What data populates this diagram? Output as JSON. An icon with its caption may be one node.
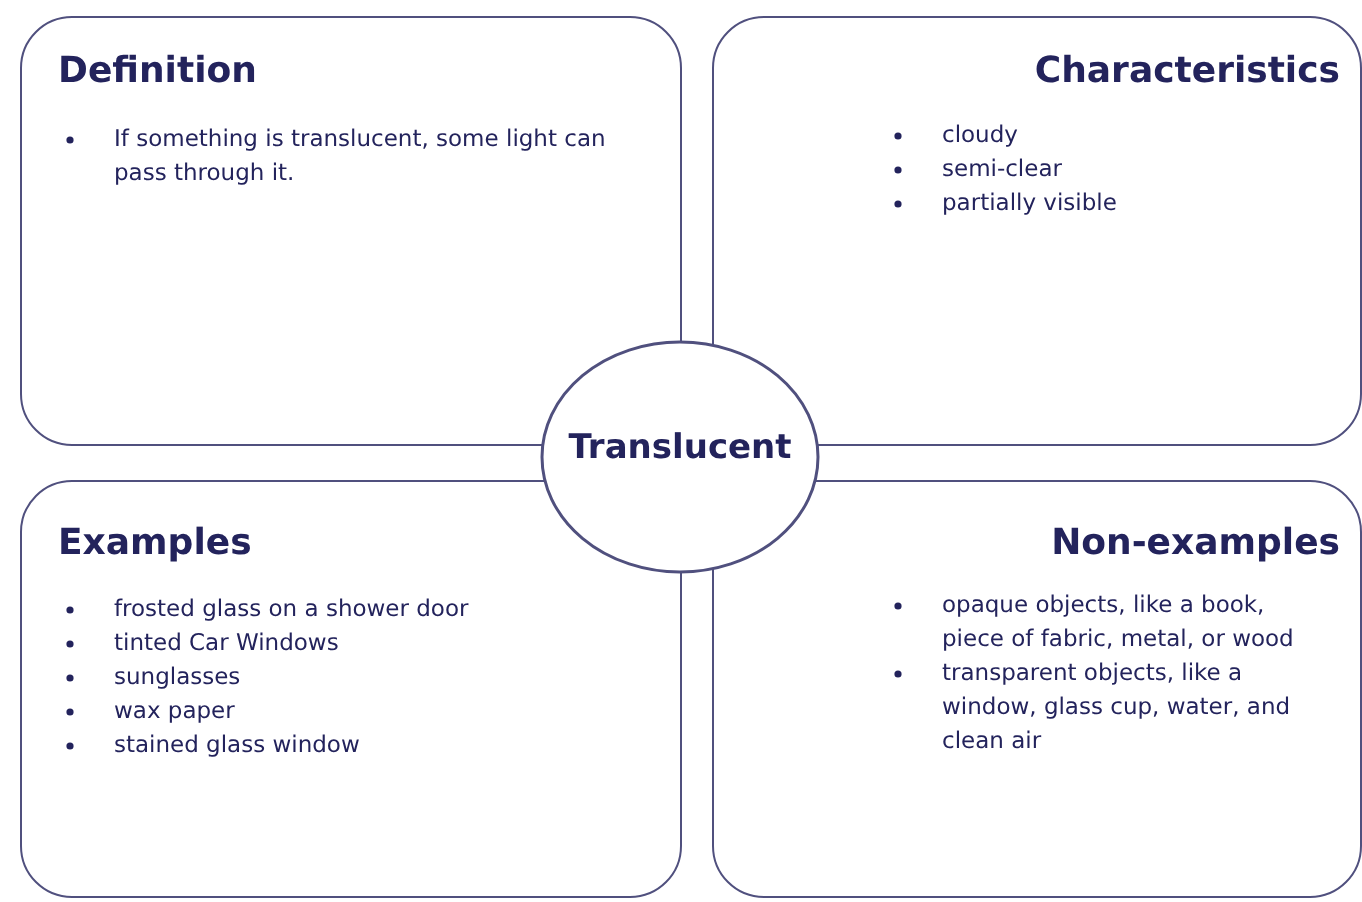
{
  "diagram": {
    "nodes": [
      {
        "text": [
          "Definition",
          "If something is translucent, some light can pass through it."
        ]
      },
      {
        "text": [
          "Characteristics",
          "cloudy",
          "semi-clear",
          "partially visible"
        ]
      },
      {
        "text": [
          "Examples",
          "frosted glass on a shower door",
          "tinted Car Windows",
          "sunglasses",
          "wax paper",
          "stained glass window"
        ]
      },
      {
        "text": [
          "Non-examples",
          "opaque objects, like a book, piece of fabric, metal, or wood",
          "transparent objects, like a window, glass cup, water, and clean air"
        ]
      },
      {
        "text": [
          "Translucent"
        ]
      }
    ]
  }
}
